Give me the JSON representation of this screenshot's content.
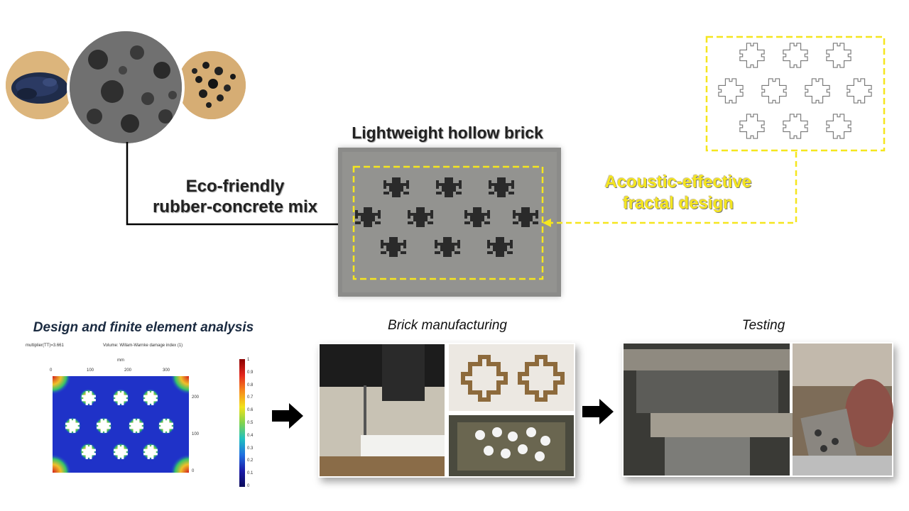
{
  "top": {
    "title": "Lightweight hollow brick",
    "mix_label_line1": "Eco-friendly",
    "mix_label_line2": "rubber-concrete mix",
    "fractal_label_line1": "Acoustic-effective",
    "fractal_label_line2": "fractal design"
  },
  "bottom": {
    "fea_title": "Design and finite element analysis",
    "manufacturing_title": "Brick manufacturing",
    "testing_title": "Testing",
    "fea_plot": {
      "header_left": "multiplier(ТТ)=3.661",
      "header_center": "Volume: Willam-Warnke damage index (1)",
      "axis_unit": "mm",
      "x_ticks": [
        "0",
        "100",
        "200",
        "300"
      ],
      "y_ticks": [
        "200",
        "100",
        "0"
      ],
      "colorbar_ticks": [
        "1",
        "0.9",
        "0.8",
        "0.7",
        "0.6",
        "0.5",
        "0.4",
        "0.3",
        "0.2",
        "0.1",
        "0"
      ]
    }
  },
  "colors": {
    "yellow_accent": "#f5e61e",
    "arrow_black": "#000000"
  }
}
